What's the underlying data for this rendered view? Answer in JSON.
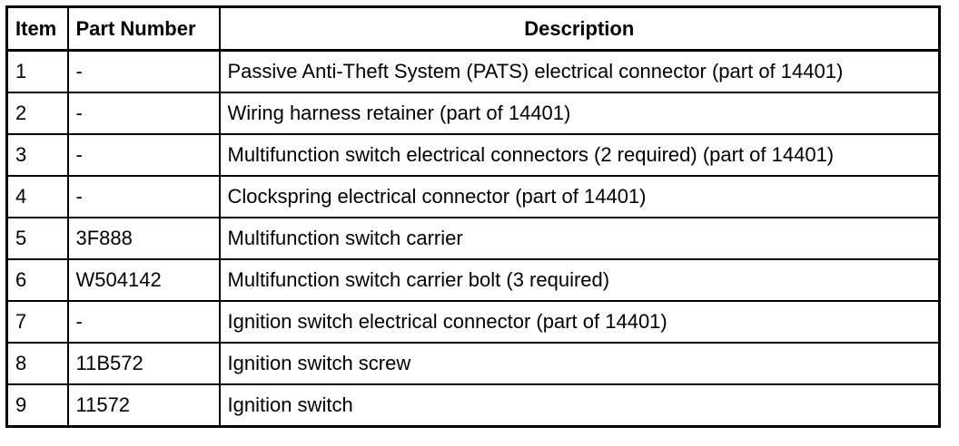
{
  "table": {
    "headers": {
      "item": "Item",
      "part_number": "Part Number",
      "description": "Description"
    },
    "rows": [
      {
        "item": "1",
        "part_number": "-",
        "description": "Passive Anti-Theft System (PATS) electrical connector (part of 14401)"
      },
      {
        "item": "2",
        "part_number": "-",
        "description": "Wiring harness retainer (part of 14401)"
      },
      {
        "item": "3",
        "part_number": "-",
        "description": "Multifunction switch electrical connectors (2 required) (part of 14401)"
      },
      {
        "item": "4",
        "part_number": "-",
        "description": "Clockspring electrical connector (part of 14401)"
      },
      {
        "item": "5",
        "part_number": "3F888",
        "description": "Multifunction switch carrier"
      },
      {
        "item": "6",
        "part_number": "W504142",
        "description": "Multifunction switch carrier bolt (3 required)"
      },
      {
        "item": "7",
        "part_number": "-",
        "description": "Ignition switch electrical connector (part of 14401)"
      },
      {
        "item": "8",
        "part_number": "11B572",
        "description": "Ignition switch screw"
      },
      {
        "item": "9",
        "part_number": "11572",
        "description": "Ignition switch"
      }
    ]
  }
}
